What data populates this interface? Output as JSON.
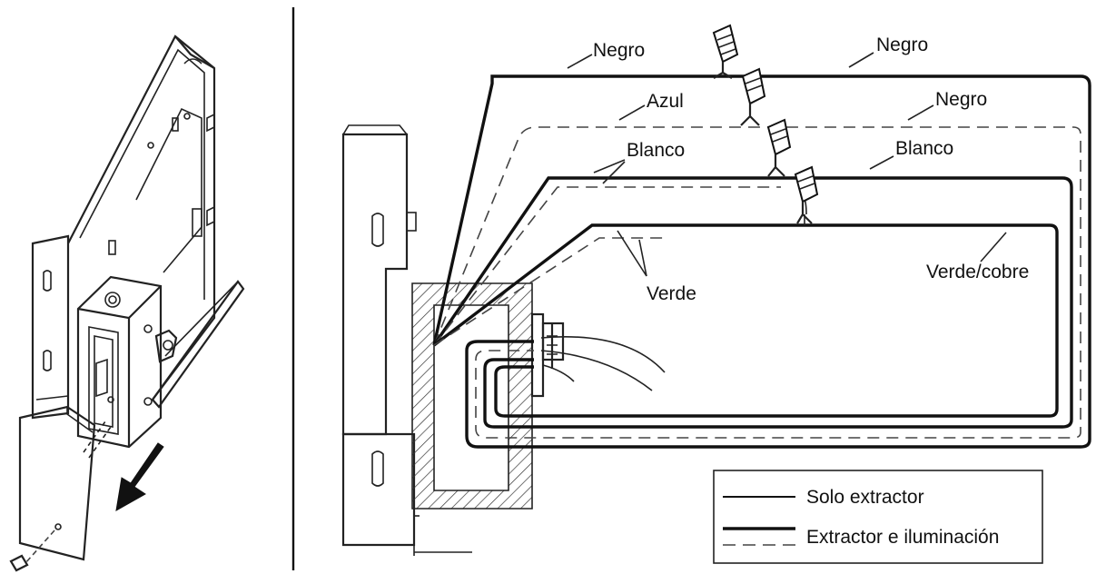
{
  "labels": {
    "negro_1": "Negro",
    "negro_2": "Negro",
    "azul": "Azul",
    "negro_3": "Negro",
    "blanco_1": "Blanco",
    "blanco_2": "Blanco",
    "verde": "Verde",
    "verde_cobre": "Verde/cobre"
  },
  "legend": {
    "solo_extractor": "Solo extractor",
    "extractor_iluminacion": "Extractor e iluminación"
  }
}
